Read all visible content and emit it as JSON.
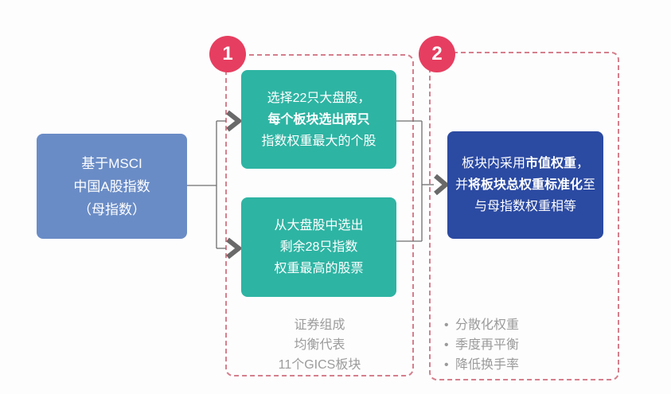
{
  "canvas": {
    "background": "#fdfdfe"
  },
  "colors": {
    "source_box": "#6a8cc6",
    "selection_boxes": "#2eb4a3",
    "weighting_box": "#2b4aa2",
    "badge": "#e63e60",
    "group_outline": "#d57f8c",
    "caption_text": "#9b9b9b",
    "connector": "#6f6f6f"
  },
  "source_box": {
    "lines": [
      "基于MSCI",
      "中国A股指数",
      "（母指数）"
    ]
  },
  "step1": {
    "badge": "1",
    "top_box": {
      "line1": "选择22只大盘股，",
      "line2": "每个板块选出两只",
      "line3": "指数权重最大的个股"
    },
    "bottom_box": {
      "lines": [
        "从大盘股中选出",
        "剩余28只指数",
        "权重最高的股票"
      ]
    },
    "caption_lines": [
      "证券组成",
      "均衡代表",
      "11个GICS板块"
    ]
  },
  "step2": {
    "badge": "2",
    "box": {
      "line1": [
        {
          "t": "板块内采用"
        },
        {
          "t": "市值权重"
        },
        {
          "t": "，"
        }
      ],
      "line2": [
        {
          "t": "并"
        },
        {
          "t": "将板块总权重标准化"
        },
        {
          "t": "至"
        }
      ],
      "line3": "与母指数权重相等"
    },
    "bullet_marker": "•",
    "bullets": [
      "分散化权重",
      "季度再平衡",
      "降低换手率"
    ]
  }
}
